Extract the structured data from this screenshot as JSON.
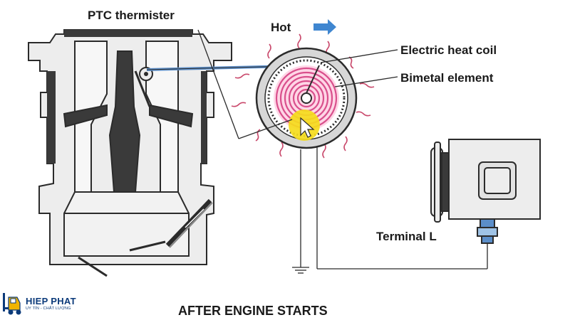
{
  "labels": {
    "ptc_thermister": "PTC thermister",
    "hot": "Hot",
    "electric_heat_coil": "Electric heat coil",
    "bimetal_element": "Bimetal element",
    "terminal_l": "Terminal L",
    "caption": "AFTER ENGINE STARTS"
  },
  "logo": {
    "name": "HIEP PHAT",
    "tagline": "UY TÍN - CHẤT LƯỢNG"
  },
  "icons": {
    "hot_arrow": "arrow-right-icon",
    "cursor": "mouse-pointer-icon",
    "logo_mark": "forklift-icon"
  },
  "colors": {
    "background": "#ffffff",
    "body_fill": "#ededed",
    "outline": "#2b2b2b",
    "shadow_cap": "#3a3a3a",
    "link_rod": "#5b8ec9",
    "hot_arrow": "#3f86d0",
    "bimetal_spiral": "#d94f8c",
    "heat_glow": "#ffd6e6",
    "heat_waves": "#c9486b",
    "cursor_highlight": "#f5dc1c",
    "logo_text": "#0b3a7a",
    "logo_accent": "#f0b400"
  }
}
